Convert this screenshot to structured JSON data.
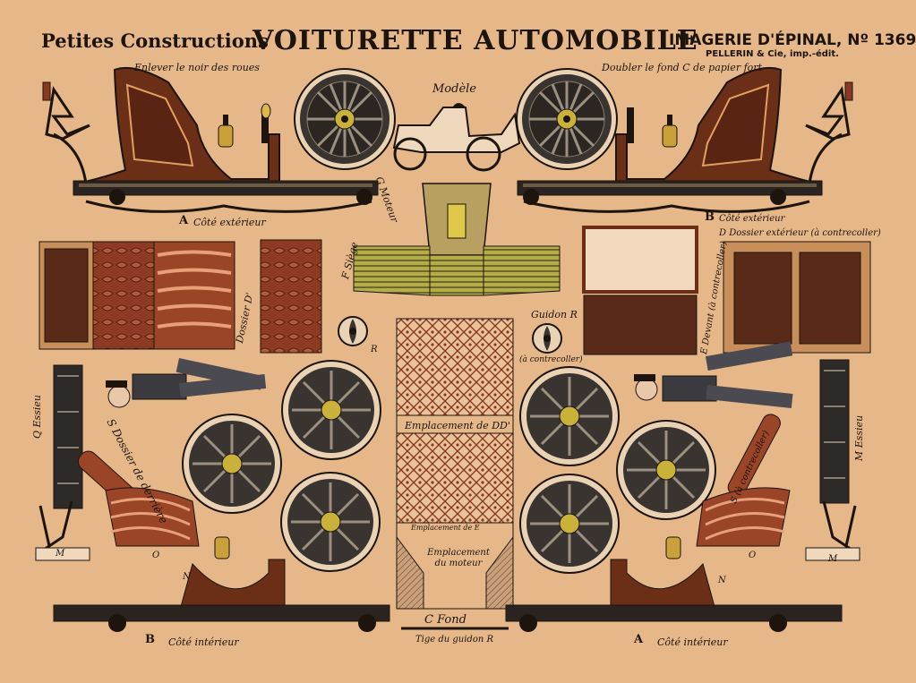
{
  "header": {
    "left_title": "Petites Constructions",
    "main_title": "VOITURETTE AUTOMOBILE",
    "publisher": "IMAGERIE D'ÉPINAL, Nº 1369",
    "printer": "PELLERIN & Cie, imp.-édit."
  },
  "instructions": {
    "left": "Enlever le noir des roues",
    "right": "Doubler le fond C de papier fort"
  },
  "model_label": "Modèle",
  "labels": {
    "a_top": "A",
    "a_top_text": "Côté extérieur",
    "b_top": "B",
    "b_top_text": "Côté extérieur",
    "d_dossier": "D  Dossier extérieur (à contrecoller)",
    "g_moteur": "G Moteur",
    "f_siege": "F Siège",
    "dossier_d": "Dossier D'",
    "guidon": "Guidon R",
    "contrecoller_r": "(à contrecoller)",
    "e_devant": "E Devant (à contrecoller)",
    "emplacement_dd": "Emplacement de DD'",
    "emplacement_e": "Emplacement de E",
    "emplacement_moteur": "Emplacement du moteur",
    "q_essieu": "Q Essieu",
    "s_dossier": "S Dossier de derrière",
    "s_contrecoller": "S (à contrecoller)",
    "m_essieu": "M Essieu",
    "c_fond": "C Fond",
    "tige": "Tige du guidon R",
    "b_bottom": "B",
    "b_bottom_text": "Côté intérieur",
    "a_bottom": "A",
    "a_bottom_text": "Côté intérieur",
    "r_left": "R",
    "n_left": "N",
    "o_left": "O",
    "m_left": "M",
    "n_right": "N",
    "o_right": "O",
    "m_right": "M"
  },
  "colors": {
    "paper": "#e6b889",
    "ink": "#1d140e",
    "body_brown": "#6b2e17",
    "upholstery": "#8a3a22",
    "wheel": "#3a3430",
    "hub": "#c9b13a",
    "engine_green": "#a7a53a"
  }
}
